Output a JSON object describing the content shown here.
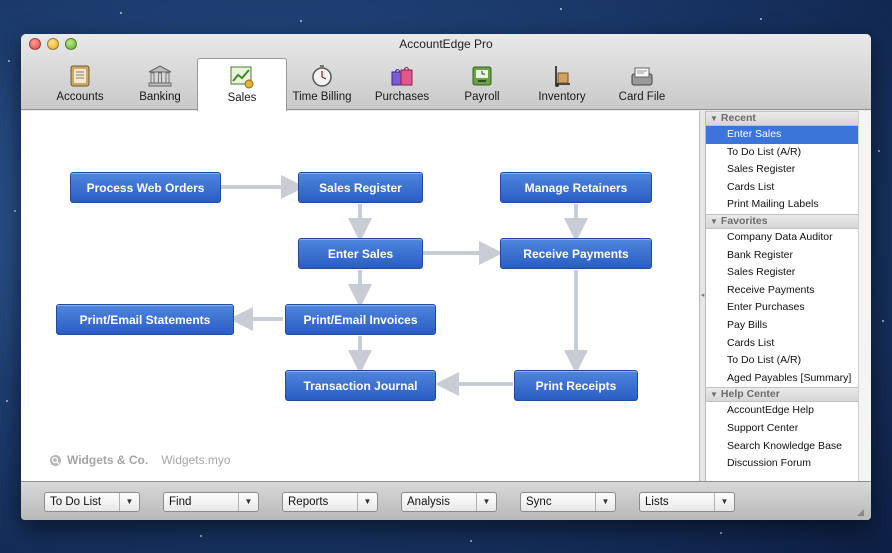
{
  "window": {
    "title": "AccountEdge Pro"
  },
  "tabs": [
    {
      "label": "Accounts",
      "icon": "ledger-icon"
    },
    {
      "label": "Banking",
      "icon": "bank-icon"
    },
    {
      "label": "Sales",
      "icon": "sales-chart-icon"
    },
    {
      "label": "Time Billing",
      "icon": "stopwatch-icon"
    },
    {
      "label": "Purchases",
      "icon": "shopping-bags-icon"
    },
    {
      "label": "Payroll",
      "icon": "payroll-clock-icon"
    },
    {
      "label": "Inventory",
      "icon": "hand-truck-icon"
    },
    {
      "label": "Card File",
      "icon": "card-file-icon"
    }
  ],
  "active_tab": "Sales",
  "flowchart": {
    "process_web_orders": "Process Web Orders",
    "sales_register": "Sales Register",
    "manage_retainers": "Manage Retainers",
    "enter_sales": "Enter Sales",
    "receive_payments": "Receive Payments",
    "print_email_statements": "Print/Email Statements",
    "print_email_invoices": "Print/Email Invoices",
    "transaction_journal": "Transaction Journal",
    "print_receipts": "Print Receipts"
  },
  "company": {
    "name": "Widgets & Co.",
    "file": "Widgets.myo",
    "icon": "magnifier-logo-icon"
  },
  "sidebar": {
    "recent": {
      "title": "Recent",
      "items": [
        "Enter Sales",
        "To Do List (A/R)",
        "Sales Register",
        "Cards List",
        "Print Mailing Labels"
      ],
      "selected": "Enter Sales"
    },
    "favorites": {
      "title": "Favorites",
      "items": [
        "Company Data Auditor",
        "Bank Register",
        "Sales Register",
        "Receive Payments",
        "Enter Purchases",
        "Pay Bills",
        "Cards List",
        "To Do List (A/R)",
        "Aged Payables [Summary]"
      ]
    },
    "help_center": {
      "title": "Help Center",
      "items": [
        "AccountEdge Help",
        "Support Center",
        "Search Knowledge Base",
        "Discussion Forum"
      ]
    }
  },
  "bottom_bar": {
    "todo": "To Do List",
    "find": "Find",
    "reports": "Reports",
    "analysis": "Analysis",
    "sync": "Sync",
    "lists": "Lists"
  },
  "colors": {
    "button_blue": "#2f66cc",
    "selection_blue": "#3a75d9",
    "arrow_gray": "#c8ccd4"
  }
}
